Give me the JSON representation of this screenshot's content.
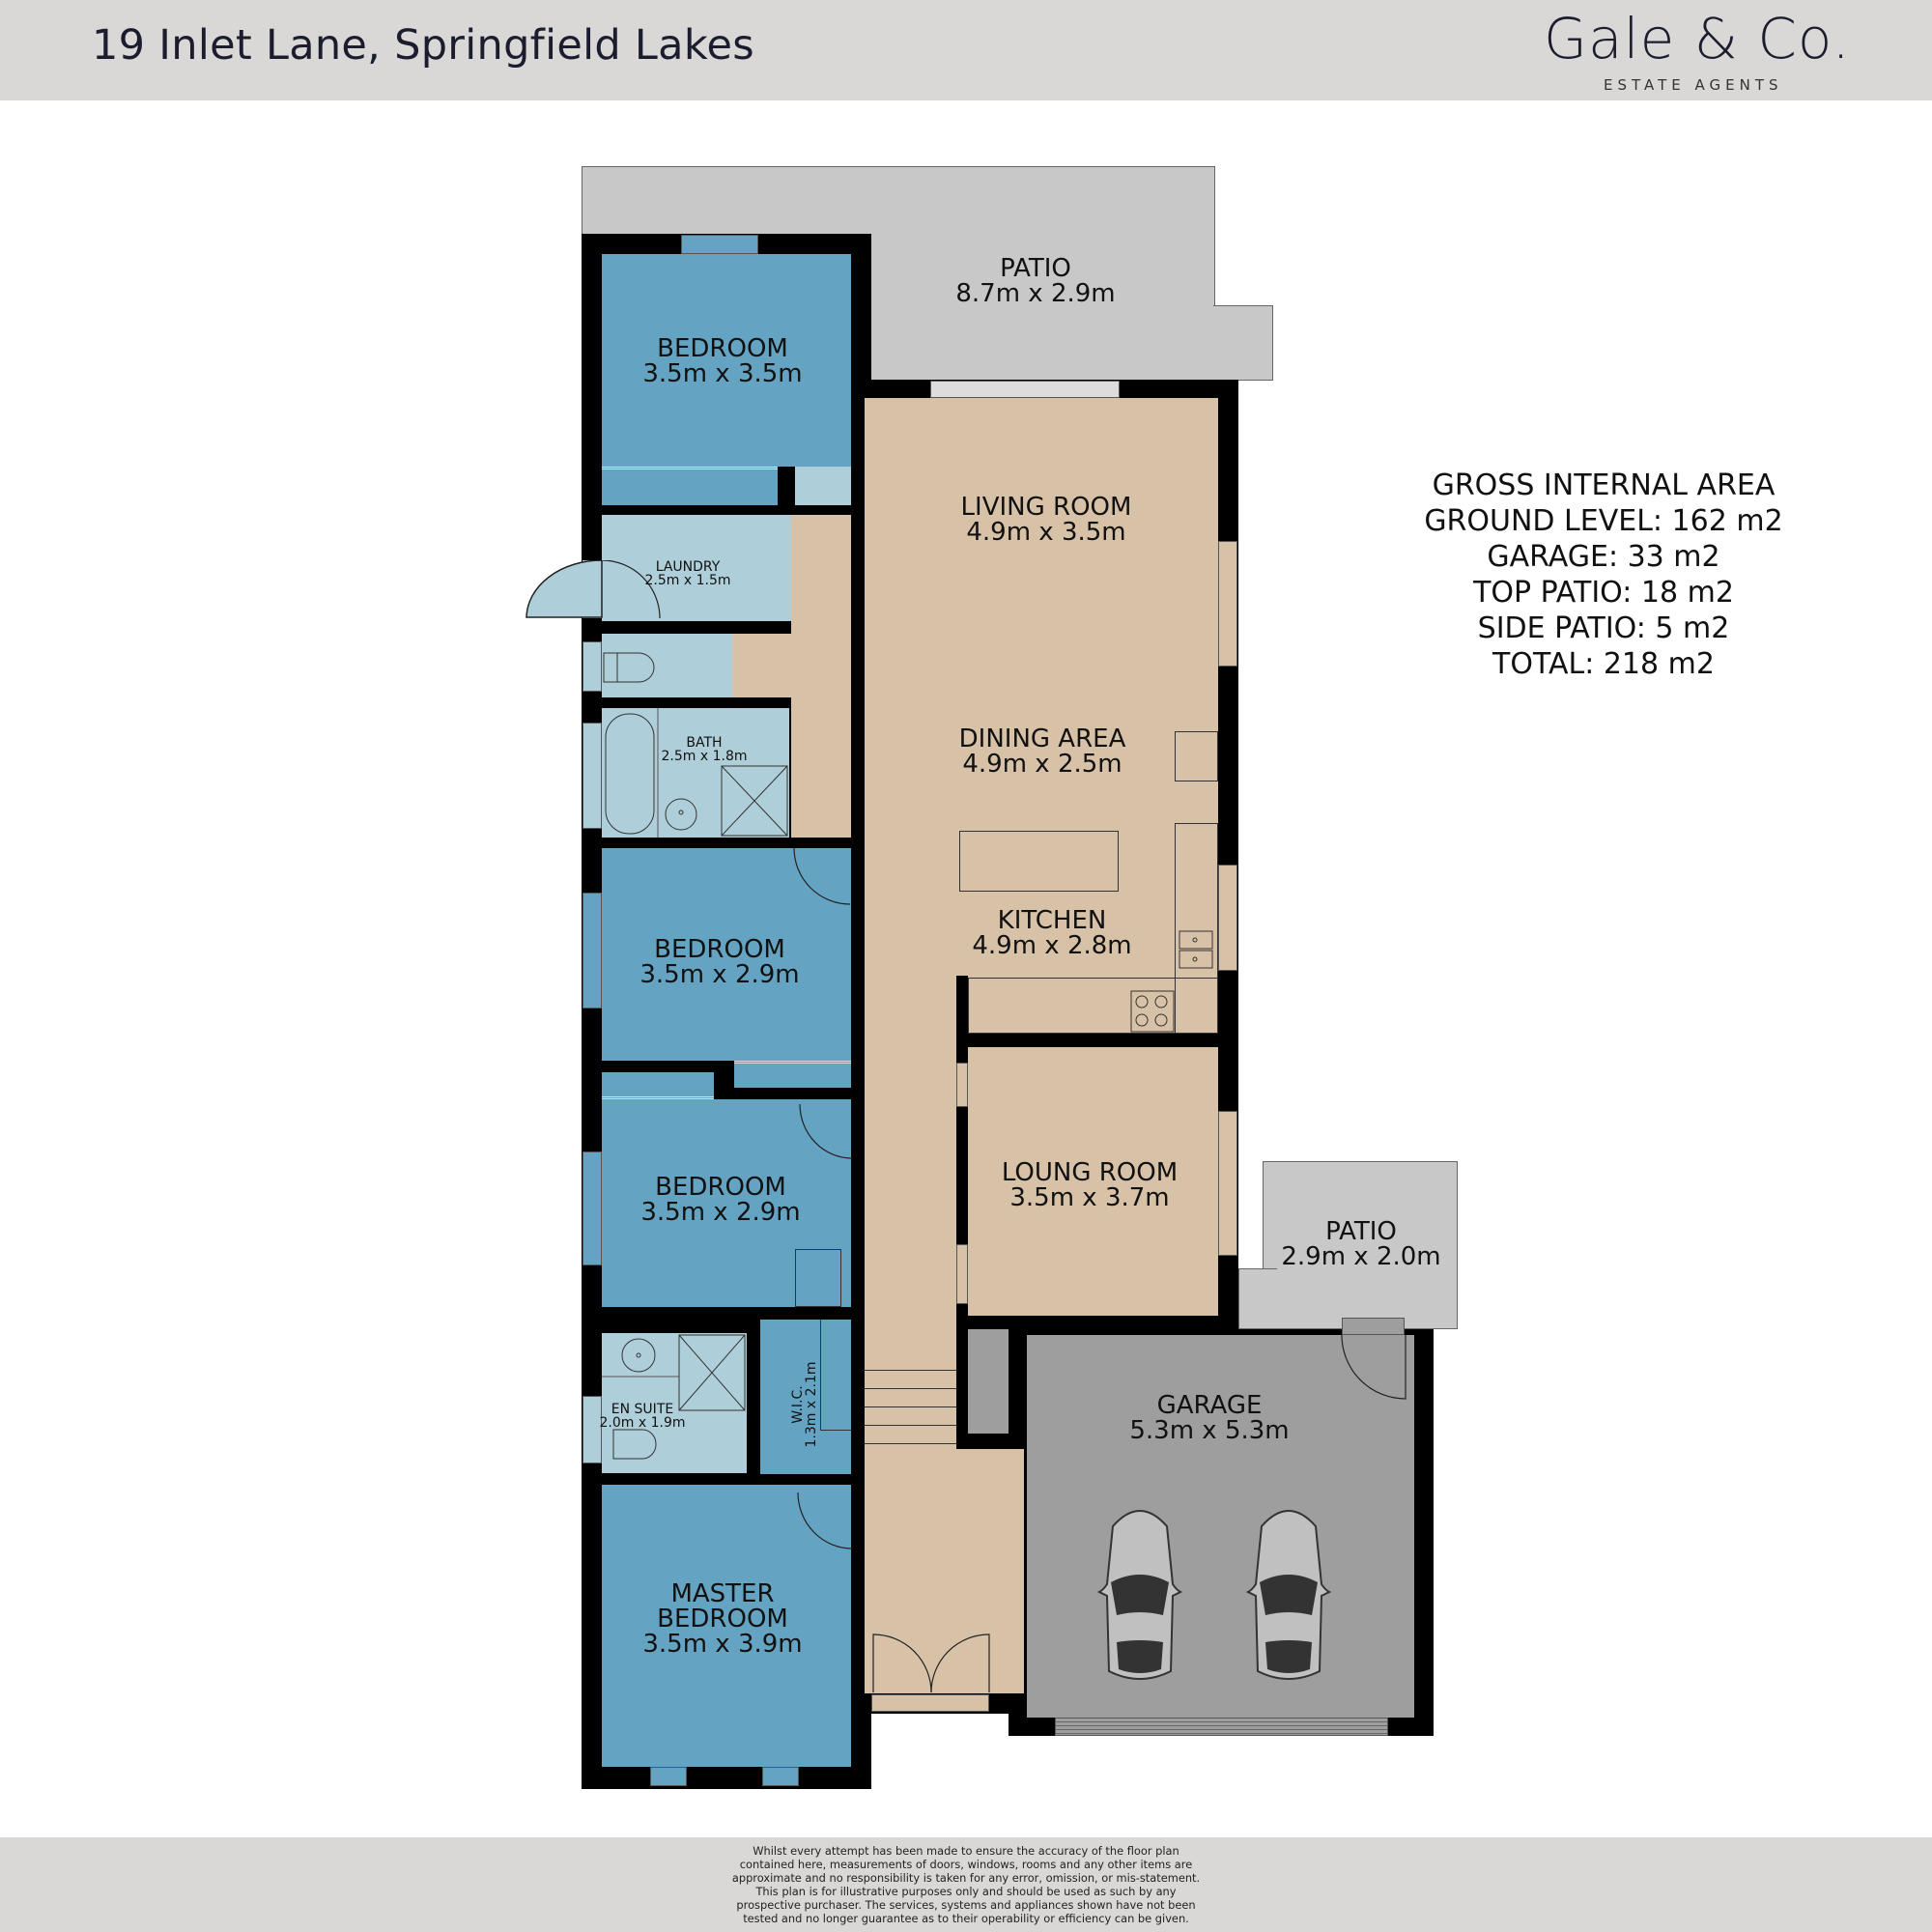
{
  "header": {
    "address": "19 Inlet Lane, Springfield Lakes",
    "brand_name": "Gale & Co.",
    "brand_tagline": "ESTATE AGENTS"
  },
  "area_summary": {
    "title": "GROSS INTERNAL AREA",
    "lines": [
      "GROUND LEVEL: 162 m2",
      "GARAGE: 33 m2",
      "TOP PATIO: 18 m2",
      "SIDE PATIO: 5 m2",
      "TOTAL: 218 m2"
    ]
  },
  "rooms": {
    "patio_top": {
      "name": "PATIO",
      "size": "8.7m x 2.9m"
    },
    "bedroom_1": {
      "name": "BEDROOM",
      "size": "3.5m x 3.5m"
    },
    "living": {
      "name": "LIVING ROOM",
      "size": "4.9m x 3.5m"
    },
    "laundry": {
      "name": "LAUNDRY",
      "size": "2.5m x 1.5m"
    },
    "bath": {
      "name": "BATH",
      "size": "2.5m x 1.8m"
    },
    "dining": {
      "name": "DINING AREA",
      "size": "4.9m x 2.5m"
    },
    "kitchen": {
      "name": "KITCHEN",
      "size": "4.9m x 2.8m"
    },
    "bedroom_2": {
      "name": "BEDROOM",
      "size": "3.5m x 2.9m"
    },
    "bedroom_3": {
      "name": "BEDROOM",
      "size": "3.5m x 2.9m"
    },
    "lounge": {
      "name": "LOUNG ROOM",
      "size": "3.5m x 3.7m"
    },
    "patio_side": {
      "name": "PATIO",
      "size": "2.9m x 2.0m"
    },
    "ensuite": {
      "name": "EN SUITE",
      "size": "2.0m x 1.9m"
    },
    "wic": {
      "name": "W.I.C.",
      "size": "1.3m x 2.1m"
    },
    "garage": {
      "name": "GARAGE",
      "size": "5.3m x 5.3m"
    },
    "master": {
      "name_line1": "MASTER",
      "name_line2": "BEDROOM",
      "size": "3.5m x 3.9m"
    }
  },
  "colors": {
    "bedroom": "#64a4c2",
    "wet_area": "#aecfda",
    "living": "#d7c1a7",
    "patio": "#c8c8c8",
    "garage": "#9e9e9e",
    "wall": "#000000",
    "header_bg": "#d9d8d6"
  },
  "footer": {
    "disclaimer_lines": [
      "Whilst every attempt has been made to ensure the accuracy of the floor plan",
      "contained here, measurements of doors, windows, rooms and any other items are",
      "approximate and no responsibility is taken for any error, omission, or mis-statement.",
      "This plan is for illustrative purposes only and should be used as such by any",
      "prospective purchaser. The services, systems and appliances shown have not been",
      "tested and no longer guarantee as to their operability or efficiency can be given."
    ]
  }
}
